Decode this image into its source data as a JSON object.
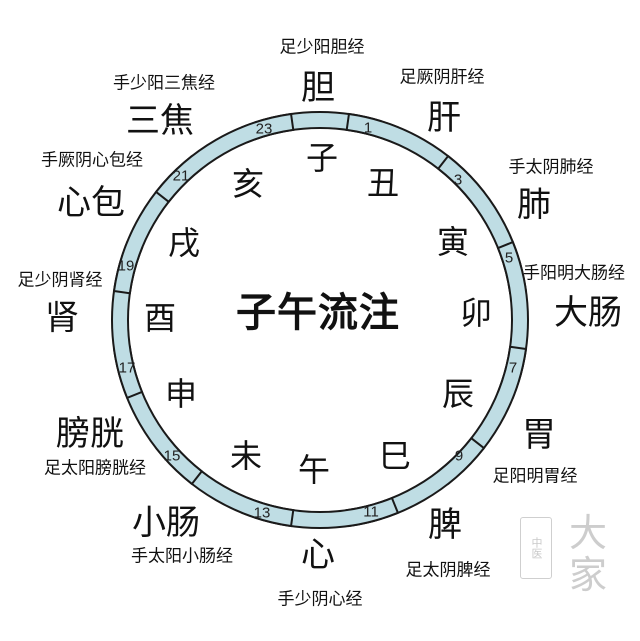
{
  "title": "子午流注",
  "segments": [
    {
      "organ": "胆",
      "meridian": "足少阳胆经",
      "branch": "子",
      "hour": "23"
    },
    {
      "organ": "肝",
      "meridian": "足厥阴肝经",
      "branch": "丑",
      "hour": "1"
    },
    {
      "organ": "肺",
      "meridian": "手太阴肺经",
      "branch": "寅",
      "hour": "3"
    },
    {
      "organ": "大肠",
      "meridian": "手阳明大肠经",
      "branch": "卯",
      "hour": "5"
    },
    {
      "organ": "胃",
      "meridian": "足阳明胃经",
      "branch": "辰",
      "hour": "7"
    },
    {
      "organ": "脾",
      "meridian": "足太阴脾经",
      "branch": "巳",
      "hour": "9"
    },
    {
      "organ": "心",
      "meridian": "手少阴心经",
      "branch": "午",
      "hour": "11"
    },
    {
      "organ": "小肠",
      "meridian": "手太阳小肠经",
      "branch": "未",
      "hour": "13"
    },
    {
      "organ": "膀胱",
      "meridian": "足太阳膀胱经",
      "branch": "申",
      "hour": "15"
    },
    {
      "organ": "肾",
      "meridian": "足少阴肾经",
      "branch": "酉",
      "hour": "17"
    },
    {
      "organ": "心包",
      "meridian": "手厥阴心包经",
      "branch": "戌",
      "hour": "19"
    },
    {
      "organ": "三焦",
      "meridian": "手少阳三焦经",
      "branch": "亥",
      "hour": "21"
    }
  ],
  "watermark": {
    "small": "中医",
    "large": "大家"
  },
  "colors": {
    "arc_fill": "#bfdde4",
    "arc_stroke": "#1a1a1a",
    "text": "#111111"
  }
}
